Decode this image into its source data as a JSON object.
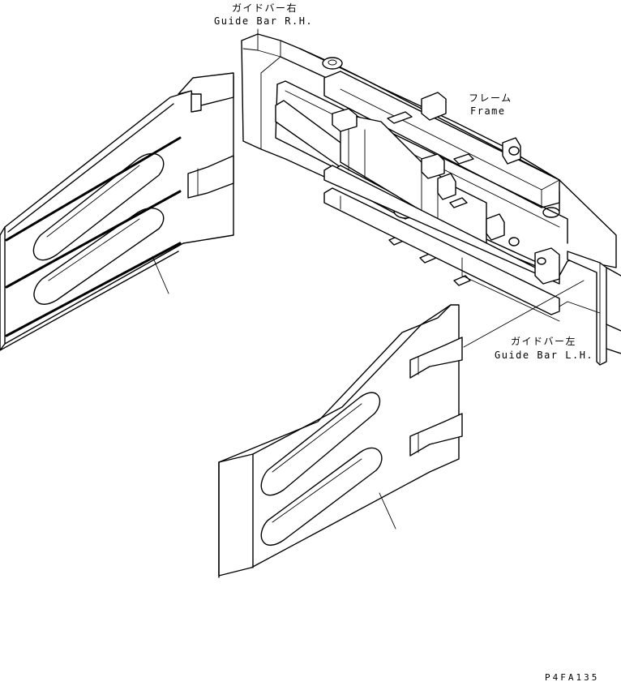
{
  "labels": {
    "guide_bar_rh_ja": "ガイドバー右",
    "guide_bar_rh_en": "Guide Bar R.H.",
    "frame_ja": "フレーム",
    "frame_en": "Frame",
    "guide_bar_lh_ja": "ガイドバー左",
    "guide_bar_lh_en": "Guide Bar L.H.",
    "drawing_code": "P4FA135"
  },
  "colors": {
    "line": "#000000",
    "background": "#ffffff"
  }
}
